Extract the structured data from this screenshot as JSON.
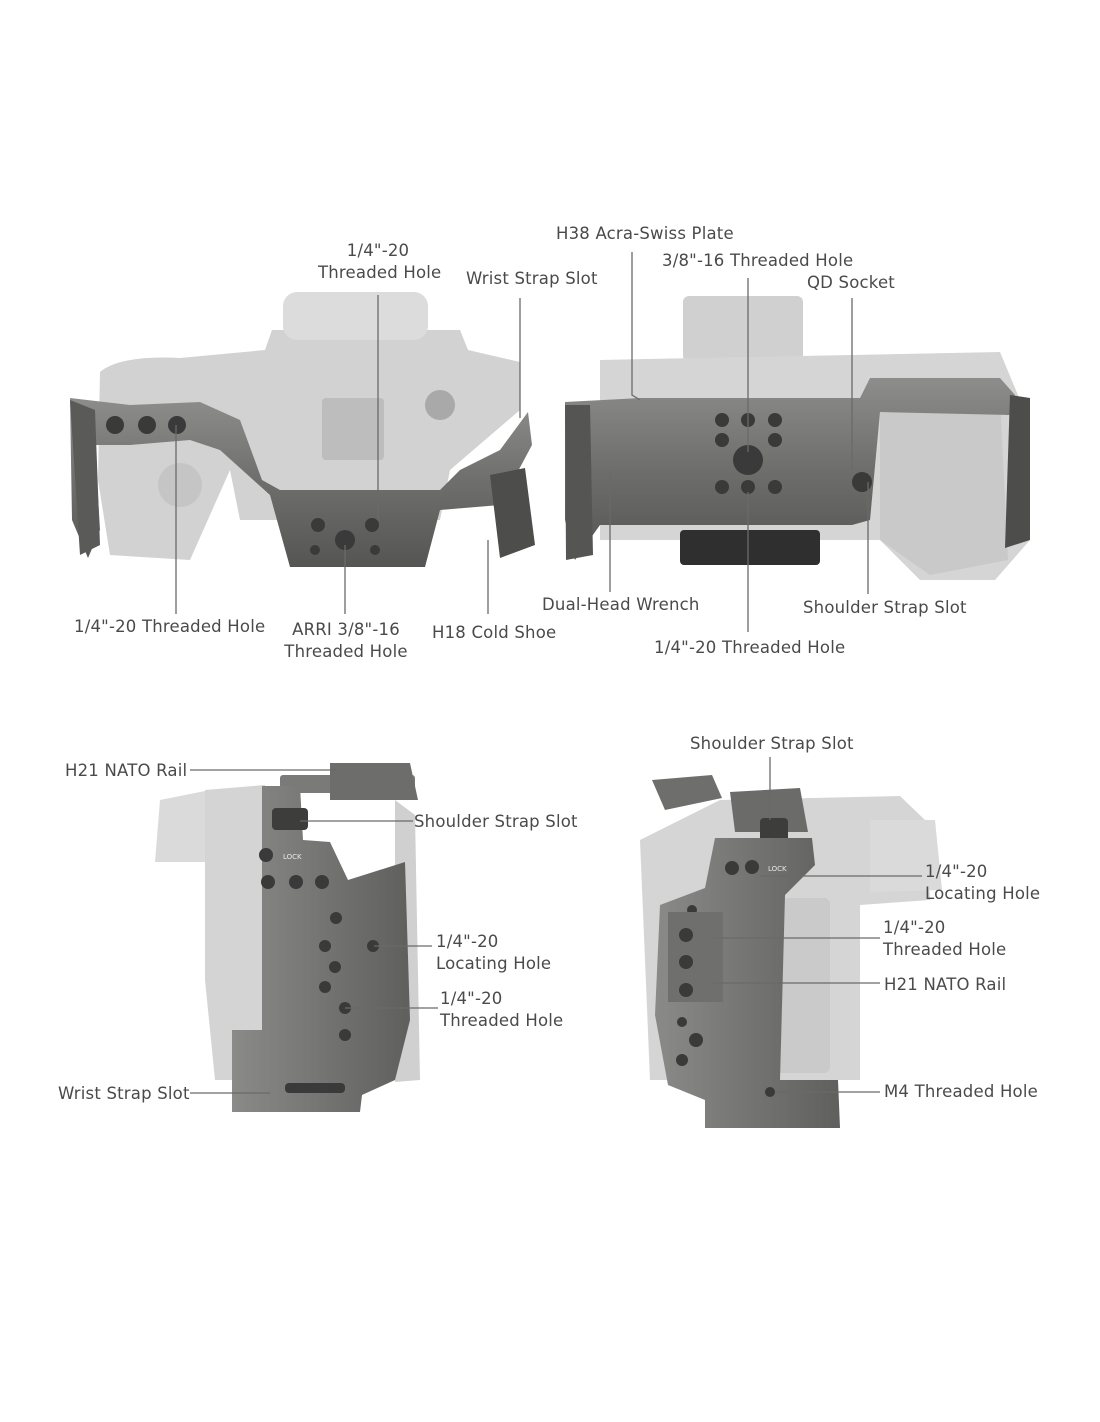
{
  "top_left": {
    "threaded_hole_top": [
      "1/4\"-20",
      "Threaded Hole"
    ],
    "wrist_strap_slot": "Wrist Strap Slot",
    "threaded_hole_bottom": "1/4\"-20 Threaded Hole",
    "arri": [
      "ARRI 3/8\"-16",
      "Threaded Hole"
    ],
    "cold_shoe": "H18 Cold Shoe"
  },
  "top_right": {
    "acra_swiss": "H38 Acra-Swiss Plate",
    "threaded_38": "3/8\"-16 Threaded Hole",
    "qd_socket": "QD Socket",
    "wrench": "Dual-Head Wrench",
    "shoulder_strap": "Shoulder Strap Slot",
    "threaded_14": "1/4\"-20 Threaded Hole"
  },
  "bottom_left": {
    "nato_rail": "H21 NATO Rail",
    "shoulder_strap": "Shoulder Strap Slot",
    "locating_hole": [
      "1/4\"-20",
      "Locating  Hole"
    ],
    "threaded_hole": [
      "1/4\"-20",
      "Threaded Hole"
    ],
    "wrist_strap": "Wrist Strap Slot",
    "lock_text": "LOCK"
  },
  "bottom_right": {
    "shoulder_strap": "Shoulder Strap Slot",
    "locating_hole": [
      "1/4\"-20",
      "Locating Hole"
    ],
    "threaded_hole": [
      "1/4\"-20",
      "Threaded Hole"
    ],
    "nato_rail": "H21 NATO Rail",
    "m4_hole": "M4 Threaded Hole",
    "lock_text": "LOCK"
  }
}
